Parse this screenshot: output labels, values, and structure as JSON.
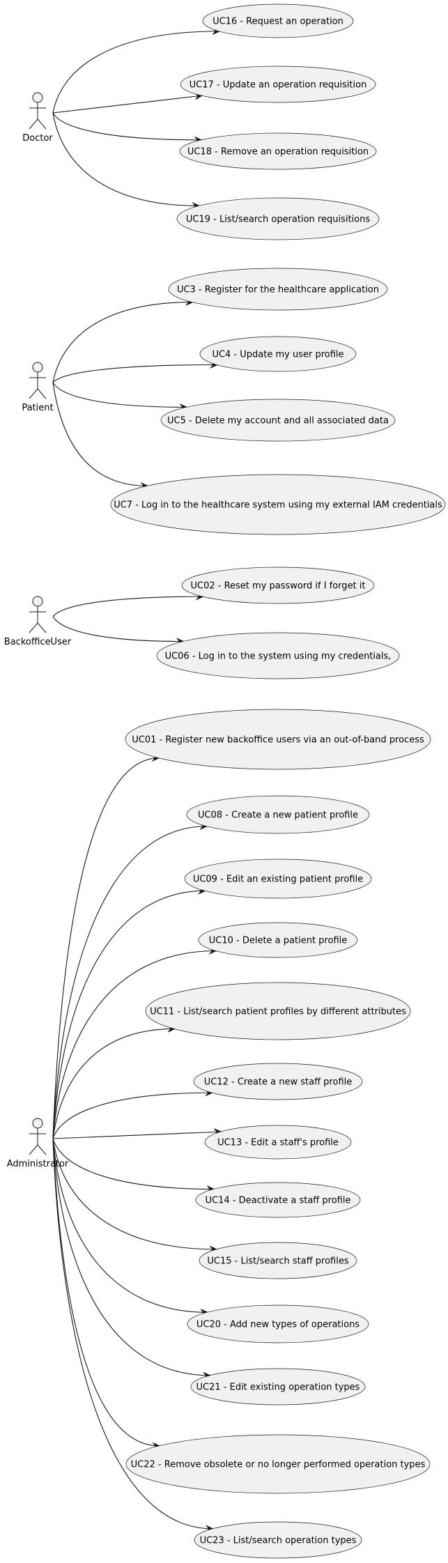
{
  "colors": {
    "ellipse_fill": "#f1f1f1",
    "stroke": "#181818",
    "text": "#000000",
    "background": "#ffffff"
  },
  "actors": [
    {
      "id": "doctor",
      "label": "Doctor"
    },
    {
      "id": "patient",
      "label": "Patient"
    },
    {
      "id": "backoffice",
      "label": "BackofficeUser"
    },
    {
      "id": "admin",
      "label": "Administrator"
    }
  ],
  "use_cases": [
    {
      "id": "uc16",
      "label": "UC16 - Request an operation"
    },
    {
      "id": "uc17",
      "label": "UC17 - Update an operation requisition"
    },
    {
      "id": "uc18",
      "label": "UC18 - Remove an operation requisition"
    },
    {
      "id": "uc19",
      "label": "UC19 - List/search operation requisitions"
    },
    {
      "id": "uc3",
      "label": "UC3 - Register for the healthcare application"
    },
    {
      "id": "uc4",
      "label": "UC4 - Update my user profile"
    },
    {
      "id": "uc5",
      "label": "UC5 - Delete my account and all associated data"
    },
    {
      "id": "uc7",
      "label": "UC7 - Log in to the healthcare system using my external IAM credentials"
    },
    {
      "id": "uc02",
      "label": "UC02 - Reset my password if I forget it"
    },
    {
      "id": "uc06",
      "label": "UC06 - Log in to the system using my credentials,"
    },
    {
      "id": "uc01",
      "label": "UC01 - Register new backoffice users via an out-of-band process"
    },
    {
      "id": "uc08",
      "label": "UC08 - Create a new patient profile"
    },
    {
      "id": "uc09",
      "label": "UC09 - Edit an existing patient profile"
    },
    {
      "id": "uc10",
      "label": "UC10 - Delete a patient profile"
    },
    {
      "id": "uc11",
      "label": "UC11 - List/search patient profiles by different attributes"
    },
    {
      "id": "uc12",
      "label": "UC12 - Create a new staff profile"
    },
    {
      "id": "uc13",
      "label": "UC13 - Edit a staff's profile"
    },
    {
      "id": "uc14",
      "label": "UC14 - Deactivate a staff profile"
    },
    {
      "id": "uc15",
      "label": "UC15 - List/search staff profiles"
    },
    {
      "id": "uc20",
      "label": "UC20 - Add new types of operations"
    },
    {
      "id": "uc21",
      "label": "UC21 - Edit existing operation types"
    },
    {
      "id": "uc22",
      "label": "UC22 - Remove obsolete or no longer performed operation types"
    },
    {
      "id": "uc23",
      "label": "UC23 - List/search operation types"
    }
  ],
  "associations": [
    {
      "from": "doctor",
      "to": "uc16"
    },
    {
      "from": "doctor",
      "to": "uc17"
    },
    {
      "from": "doctor",
      "to": "uc18"
    },
    {
      "from": "doctor",
      "to": "uc19"
    },
    {
      "from": "patient",
      "to": "uc3"
    },
    {
      "from": "patient",
      "to": "uc4"
    },
    {
      "from": "patient",
      "to": "uc5"
    },
    {
      "from": "patient",
      "to": "uc7"
    },
    {
      "from": "backoffice",
      "to": "uc02"
    },
    {
      "from": "backoffice",
      "to": "uc06"
    },
    {
      "from": "admin",
      "to": "uc01"
    },
    {
      "from": "admin",
      "to": "uc08"
    },
    {
      "from": "admin",
      "to": "uc09"
    },
    {
      "from": "admin",
      "to": "uc10"
    },
    {
      "from": "admin",
      "to": "uc11"
    },
    {
      "from": "admin",
      "to": "uc12"
    },
    {
      "from": "admin",
      "to": "uc13"
    },
    {
      "from": "admin",
      "to": "uc14"
    },
    {
      "from": "admin",
      "to": "uc15"
    },
    {
      "from": "admin",
      "to": "uc20"
    },
    {
      "from": "admin",
      "to": "uc21"
    },
    {
      "from": "admin",
      "to": "uc22"
    },
    {
      "from": "admin",
      "to": "uc23"
    }
  ]
}
